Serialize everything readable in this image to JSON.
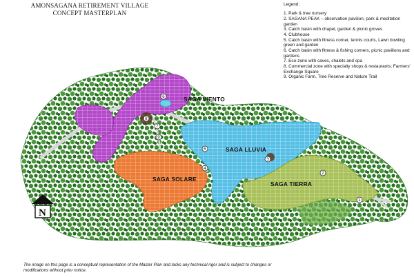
{
  "title": {
    "line1": "AMONSAGANA RETIREMENT VILLAGE",
    "line2": "CONCEPT MASTERPLAN"
  },
  "legend": {
    "heading": "Legend:",
    "items": [
      "1. Park & tree nursery",
      "2. SAGANA PEAK – observation pavilion, park & meditation garden",
      "3. Catch basin with chapel, garden & picnic groves",
      "4. Clubhouse",
      "5. Catch basin with fitness corner, tennis courts, Lawn bowling green and garden",
      "6. Catch basin with fitness & fishing corners, picnic pavilions and gardens",
      "7. Eco-zone with caves, chalets and spa",
      "8. Commercial zone with specialty shops & restaurants; Farmers' Exchange Square",
      "9. Organic Farm, Tree Reserve and Nature Trail"
    ]
  },
  "zones": {
    "viento": {
      "label": "SAGA VIENTO",
      "color": "#b348c9"
    },
    "lluvia": {
      "label": "SAGA LLUVIA",
      "color": "#56bfe6"
    },
    "solare": {
      "label": "SAGA SOLARE",
      "color": "#ec7a35"
    },
    "tierra": {
      "label": "SAGA TIERRA",
      "color": "#a9c15a"
    }
  },
  "markers": [
    "1",
    "2",
    "3",
    "4",
    "5",
    "6",
    "7",
    "8",
    "9"
  ],
  "north_label": "N",
  "disclaimer": "The image on this page is a conceptual representation of the Master Plan and lacks any technical rigor and is subject to changes or modifications without prior notice.",
  "colors": {
    "forest": "#2f7a2a",
    "forest_dark": "#1f5a1c",
    "forest_light": "#5ea83f",
    "road": "#d8d8d8"
  }
}
